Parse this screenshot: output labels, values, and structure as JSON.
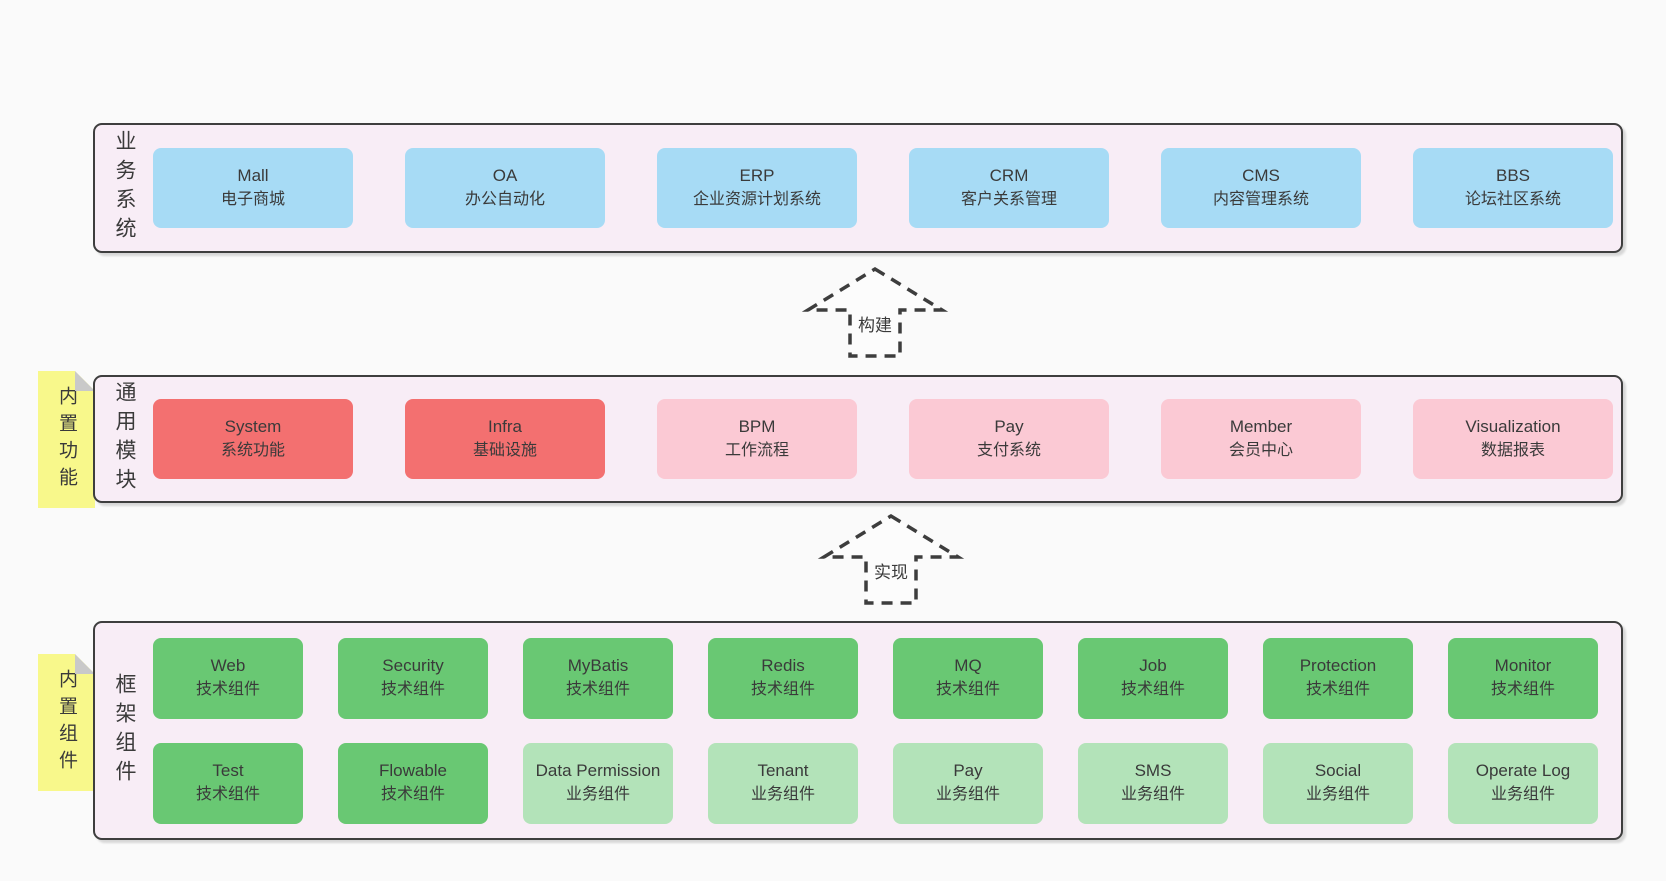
{
  "colors": {
    "page_bg": "#fafafa",
    "panel_bg": "#f8edf6",
    "panel_border": "#3e3e3e",
    "blue": "#a7dbf5",
    "red": "#f37070",
    "pink": "#fbc9d4",
    "green": "#69c873",
    "light_green": "#b3e3b9",
    "sticky_yellow": "#f8f88b",
    "sticky_fold": "#c9c9c9",
    "text": "#3a3a3a"
  },
  "arrows": [
    {
      "label": "构建"
    },
    {
      "label": "实现"
    }
  ],
  "layers": [
    {
      "label": "业务系统",
      "boxes": [
        {
          "title": "Mall",
          "subtitle": "电子商城",
          "variant": "blue"
        },
        {
          "title": "OA",
          "subtitle": "办公自动化",
          "variant": "blue"
        },
        {
          "title": "ERP",
          "subtitle": "企业资源计划系统",
          "variant": "blue"
        },
        {
          "title": "CRM",
          "subtitle": "客户关系管理",
          "variant": "blue"
        },
        {
          "title": "CMS",
          "subtitle": "内容管理系统",
          "variant": "blue"
        },
        {
          "title": "BBS",
          "subtitle": "论坛社区系统",
          "variant": "blue"
        }
      ]
    },
    {
      "label": "通用模块",
      "sticky": "内置功能",
      "boxes": [
        {
          "title": "System",
          "subtitle": "系统功能",
          "variant": "red"
        },
        {
          "title": "Infra",
          "subtitle": "基础设施",
          "variant": "red"
        },
        {
          "title": "BPM",
          "subtitle": "工作流程",
          "variant": "pink"
        },
        {
          "title": "Pay",
          "subtitle": "支付系统",
          "variant": "pink"
        },
        {
          "title": "Member",
          "subtitle": "会员中心",
          "variant": "pink"
        },
        {
          "title": "Visualization",
          "subtitle": "数据报表",
          "variant": "pink"
        }
      ]
    },
    {
      "label": "框架组件",
      "sticky": "内置组件",
      "rows": [
        [
          {
            "title": "Web",
            "subtitle": "技术组件",
            "variant": "green"
          },
          {
            "title": "Security",
            "subtitle": "技术组件",
            "variant": "green"
          },
          {
            "title": "MyBatis",
            "subtitle": "技术组件",
            "variant": "green"
          },
          {
            "title": "Redis",
            "subtitle": "技术组件",
            "variant": "green"
          },
          {
            "title": "MQ",
            "subtitle": "技术组件",
            "variant": "green"
          },
          {
            "title": "Job",
            "subtitle": "技术组件",
            "variant": "green"
          },
          {
            "title": "Protection",
            "subtitle": "技术组件",
            "variant": "green"
          },
          {
            "title": "Monitor",
            "subtitle": "技术组件",
            "variant": "green"
          }
        ],
        [
          {
            "title": "Test",
            "subtitle": "技术组件",
            "variant": "green"
          },
          {
            "title": "Flowable",
            "subtitle": "技术组件",
            "variant": "green"
          },
          {
            "title": "Data Permission",
            "subtitle": "业务组件",
            "variant": "light_green"
          },
          {
            "title": "Tenant",
            "subtitle": "业务组件",
            "variant": "light_green"
          },
          {
            "title": "Pay",
            "subtitle": "业务组件",
            "variant": "light_green"
          },
          {
            "title": "SMS",
            "subtitle": "业务组件",
            "variant": "light_green"
          },
          {
            "title": "Social",
            "subtitle": "业务组件",
            "variant": "light_green"
          },
          {
            "title": "Operate Log",
            "subtitle": "业务组件",
            "variant": "light_green"
          }
        ]
      ]
    }
  ]
}
